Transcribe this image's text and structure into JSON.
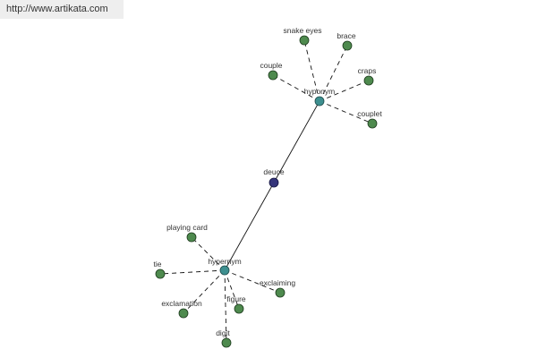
{
  "source": {
    "url_text": "http://www.artikata.com"
  },
  "colors": {
    "leaf_node": "#4e8a4e",
    "hub_node": "#3d8f8f",
    "center_node": "#34347a",
    "edge": "#111111",
    "label": "#333333"
  },
  "graph": {
    "center": {
      "label": "deuce"
    },
    "hubs": {
      "hyponym": {
        "label": "hyponym",
        "children": [
          "snake eyes",
          "brace",
          "couple",
          "craps",
          "couplet"
        ]
      },
      "hypernym": {
        "label": "hypernym",
        "children": [
          "playing card",
          "tie",
          "exclaiming",
          "exclamation",
          "figure",
          "digit"
        ]
      }
    }
  }
}
